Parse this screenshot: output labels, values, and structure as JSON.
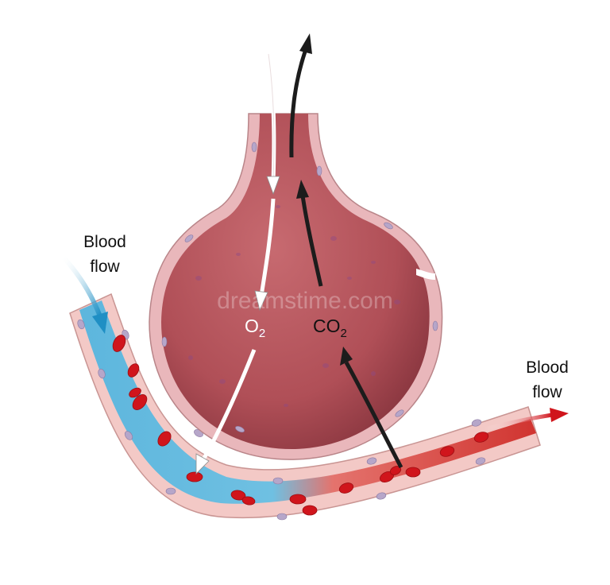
{
  "labels": {
    "blood_flow_in_line1": "Blood",
    "blood_flow_in_line2": "flow",
    "blood_flow_out_line1": "Blood",
    "blood_flow_out_line2": "flow",
    "o2_main": "O",
    "o2_sub": "2",
    "co2_main": "CO",
    "co2_sub": "2"
  },
  "watermark": "dreamstime.com",
  "colors": {
    "alveolus_fill": "#b5545c",
    "alveolus_wall": "#e9b7bb",
    "deoxygenated_blood": "#5db6dd",
    "oxygenated_blood": "#d9433f",
    "red_cell": "#d0151c",
    "vessel_wall": "#f3c9c6",
    "arrow_dark": "#1c1c1c",
    "arrow_white": "#ffffff",
    "arrow_blue": "#1f8fc4",
    "arrow_red": "#d0151c"
  }
}
